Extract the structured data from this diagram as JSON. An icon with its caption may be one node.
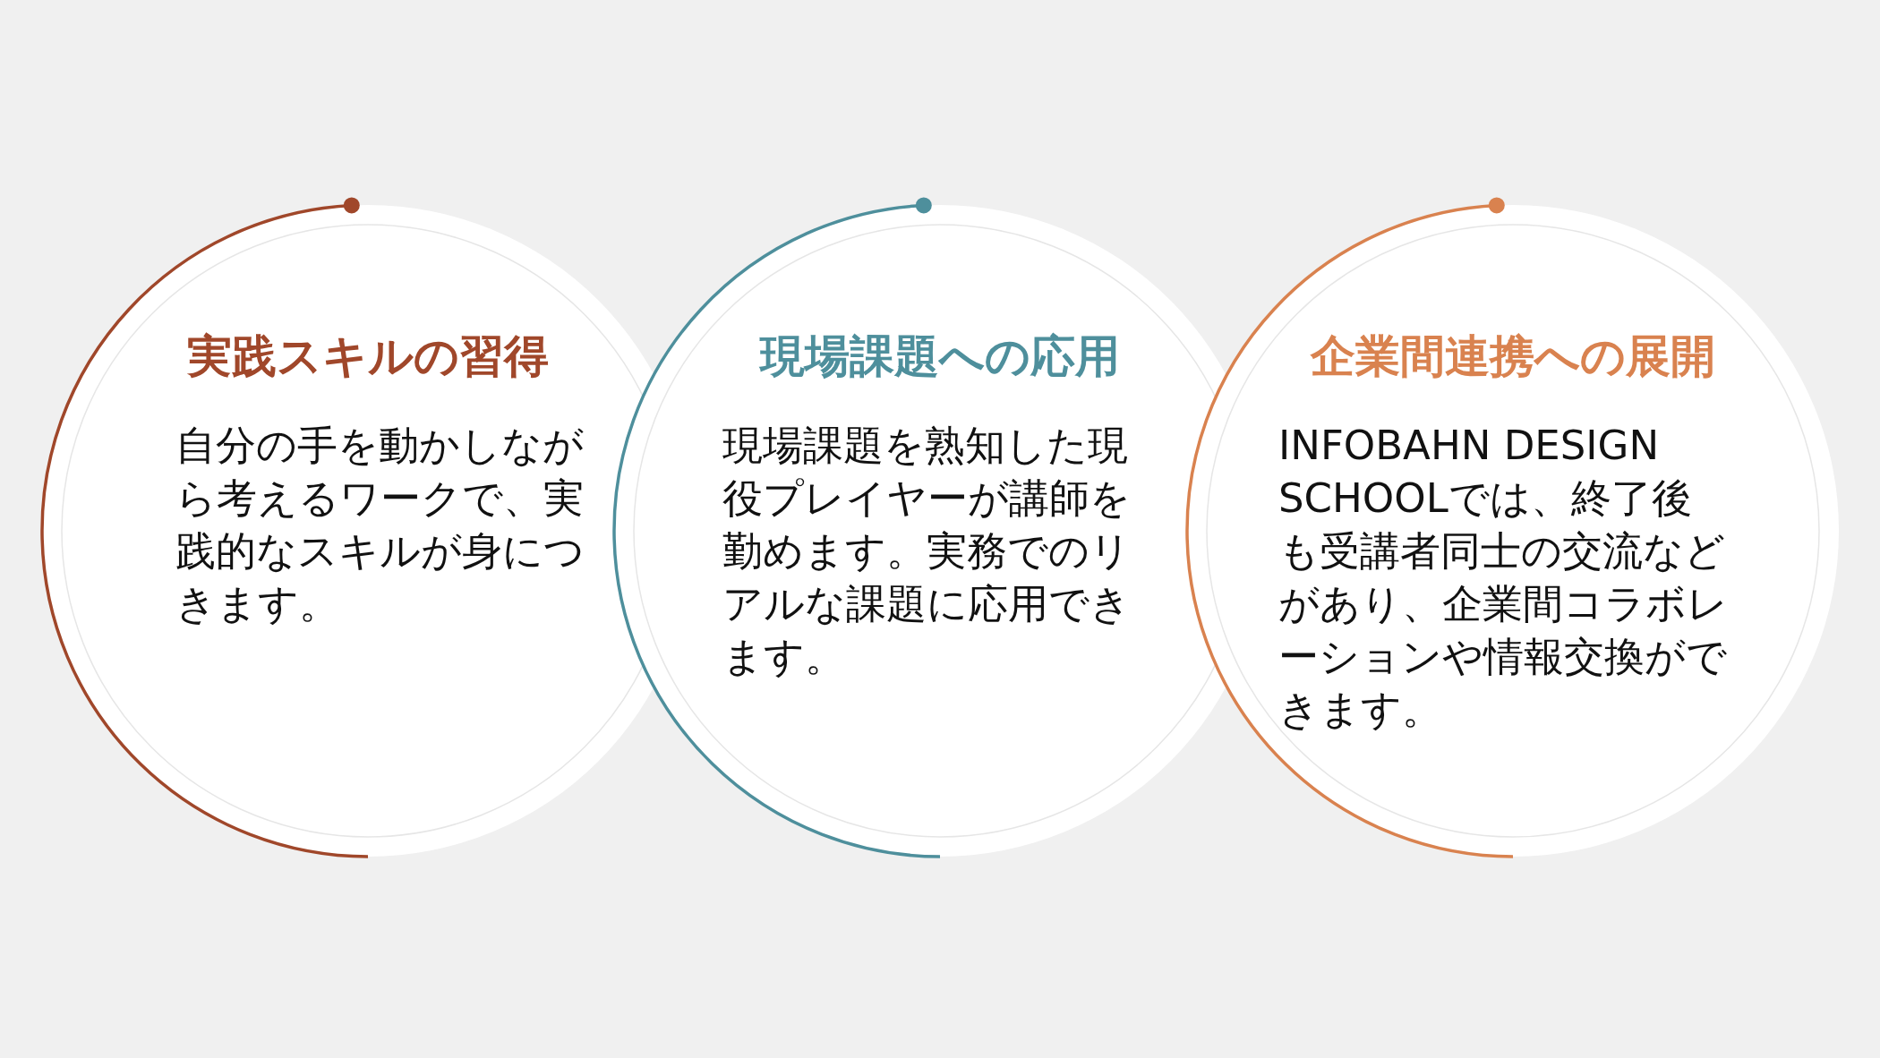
{
  "diagram": {
    "nodes": [
      {
        "text": [
          "実践スキルの習得",
          "自分の手を動かしながら考えるワークで、実践的なスキルが身につきます。"
        ]
      },
      {
        "text": [
          "現場課題への応用",
          "現場課題を熟知した現役プレイヤーが講師を勤めます。実務でのリアルな課題に応用できます。"
        ]
      },
      {
        "text": [
          "企業間連携への展開",
          "INFOBAHN DESIGN SCHOOLでは、終了後も受講者同士の交流などがあり、企業間コラボレーションや情報交換ができます。"
        ]
      }
    ]
  }
}
